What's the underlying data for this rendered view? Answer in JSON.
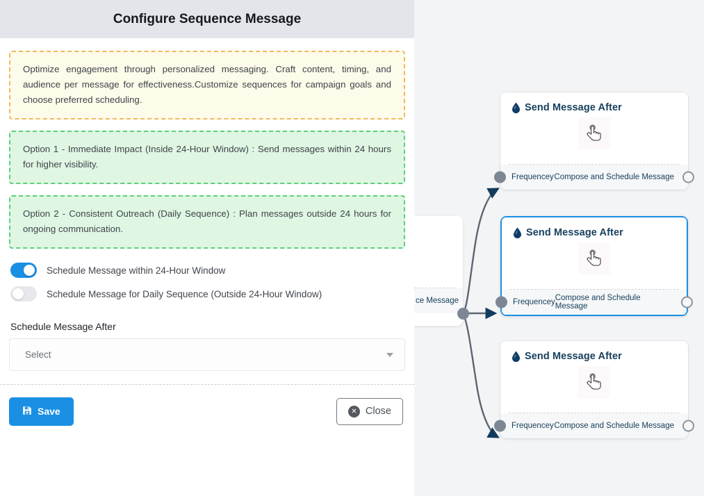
{
  "panel": {
    "title": "Configure Sequence Message",
    "note": "Optimize engagement through personalized messaging. Craft content, timing, and audience per message for effectiveness.Customize sequences for campaign goals and choose preferred scheduling.",
    "options": [
      "Option 1 - Immediate Impact (Inside 24-Hour Window) : Send messages within 24 hours for higher visibility.",
      "Option 2 - Consistent Outreach (Daily Sequence) : Plan messages outside 24 hours for ongoing communication."
    ],
    "toggles": [
      {
        "label": "Schedule Message within 24-Hour Window",
        "state": "on"
      },
      {
        "label": "Schedule Message for Daily Sequence (Outside 24-Hour Window)",
        "state": "off"
      }
    ],
    "field": {
      "label": "Schedule Message After",
      "value": "Select",
      "caret_icon": "chevron-down-icon"
    },
    "footer": {
      "save_label": "Save",
      "save_icon": "floppy-disk-save-icon",
      "close_label": "Close",
      "close_icon": "circle-close-icon",
      "close_glyph": "✕"
    }
  },
  "canvas": {
    "background_color": "#f3f4f6",
    "accent_color": "#1a8fe3",
    "partial_node": {
      "footer_label": "ce Message"
    },
    "nodes": [
      {
        "title": "Send Message After",
        "drop_icon": "water-drop-icon",
        "center_icon": "tap-hand-cursor-icon",
        "in_label": "Frequencey",
        "out_label": "Compose and Schedule Message",
        "selected": false
      },
      {
        "title": "Send Message After",
        "drop_icon": "water-drop-icon",
        "center_icon": "tap-hand-cursor-icon",
        "in_label": "Frequencey",
        "out_label": "Compose and Schedule Message",
        "selected": true
      },
      {
        "title": "Send Message After",
        "drop_icon": "water-drop-icon",
        "center_icon": "tap-hand-cursor-icon",
        "in_label": "Frequencey",
        "out_label": "Compose and Schedule Message",
        "selected": false
      }
    ]
  }
}
